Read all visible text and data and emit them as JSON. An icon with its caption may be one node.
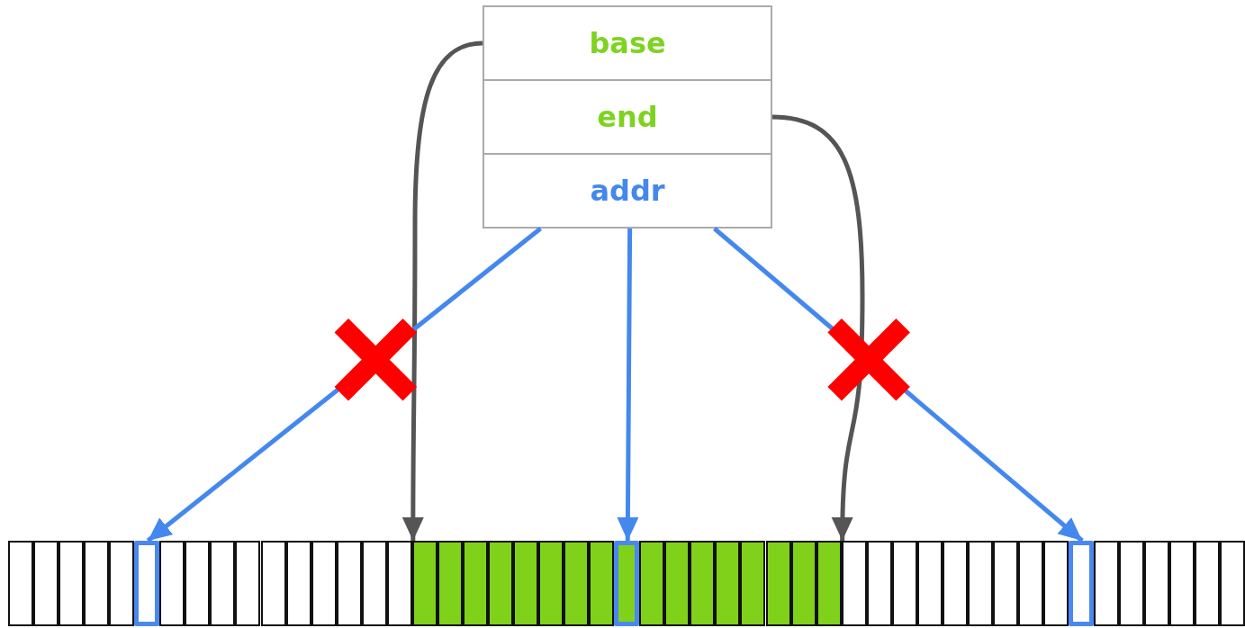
{
  "diagram": {
    "nodes": [
      {
        "text": [
          "base"
        ]
      },
      {
        "text": [
          "end"
        ]
      },
      {
        "text": [
          "addr"
        ]
      },
      {
        "text": [],
        "shape": "box"
      },
      {
        "text": [],
        "shape": "box"
      },
      {
        "text": [],
        "shape": "box"
      },
      {
        "text": [],
        "shape": "box"
      },
      {
        "text": [],
        "shape": "box"
      },
      {
        "text": [],
        "shape": "box"
      },
      {
        "text": [],
        "shape": "box"
      },
      {
        "text": [],
        "shape": "box"
      },
      {
        "text": [],
        "shape": "box"
      },
      {
        "text": [],
        "shape": "box"
      },
      {
        "text": [],
        "shape": "box"
      },
      {
        "text": [],
        "shape": "box"
      },
      {
        "text": [],
        "shape": "box"
      },
      {
        "text": [],
        "shape": "box"
      },
      {
        "text": [],
        "shape": "box"
      },
      {
        "text": [],
        "shape": "box"
      },
      {
        "text": [],
        "shape": "box"
      },
      {
        "text": [],
        "shape": "box"
      },
      {
        "text": [],
        "shape": "box"
      },
      {
        "text": [],
        "shape": "box"
      },
      {
        "text": [],
        "shape": "box"
      },
      {
        "text": [],
        "shape": "box"
      },
      {
        "text": [],
        "shape": "box"
      },
      {
        "text": [],
        "shape": "box"
      },
      {
        "text": [],
        "shape": "box"
      },
      {
        "text": [],
        "shape": "box"
      },
      {
        "text": [],
        "shape": "box"
      },
      {
        "text": [],
        "shape": "box"
      },
      {
        "text": [],
        "shape": "box"
      },
      {
        "text": [],
        "shape": "box"
      },
      {
        "text": [],
        "shape": "box"
      },
      {
        "text": [],
        "shape": "box"
      },
      {
        "text": [],
        "shape": "box"
      },
      {
        "text": [],
        "shape": "box"
      },
      {
        "text": [],
        "shape": "box"
      },
      {
        "text": [],
        "shape": "box"
      },
      {
        "text": [],
        "shape": "box"
      },
      {
        "text": [],
        "shape": "box"
      },
      {
        "text": [],
        "shape": "box"
      },
      {
        "text": [],
        "shape": "box"
      },
      {
        "text": [],
        "shape": "box"
      },
      {
        "text": [],
        "shape": "box"
      },
      {
        "text": [],
        "shape": "box"
      },
      {
        "text": [],
        "shape": "box"
      },
      {
        "text": [],
        "shape": "box"
      },
      {
        "text": [],
        "shape": "box"
      },
      {
        "text": [],
        "shape": "box"
      },
      {
        "text": [],
        "shape": "box"
      },
      {
        "text": [],
        "shape": "box"
      }
    ],
    "edges": [
      {
        "from": 0,
        "to": 19,
        "arrow": "to",
        "color": "#555555"
      },
      {
        "from": 1,
        "to": 36,
        "arrow": "to",
        "color": "#555555"
      },
      {
        "from": 2,
        "to": 8,
        "arrow": "to"
      },
      {
        "from": 2,
        "to": 27,
        "arrow": "to"
      },
      {
        "from": 2,
        "to": 45,
        "arrow": "to"
      }
    ]
  }
}
